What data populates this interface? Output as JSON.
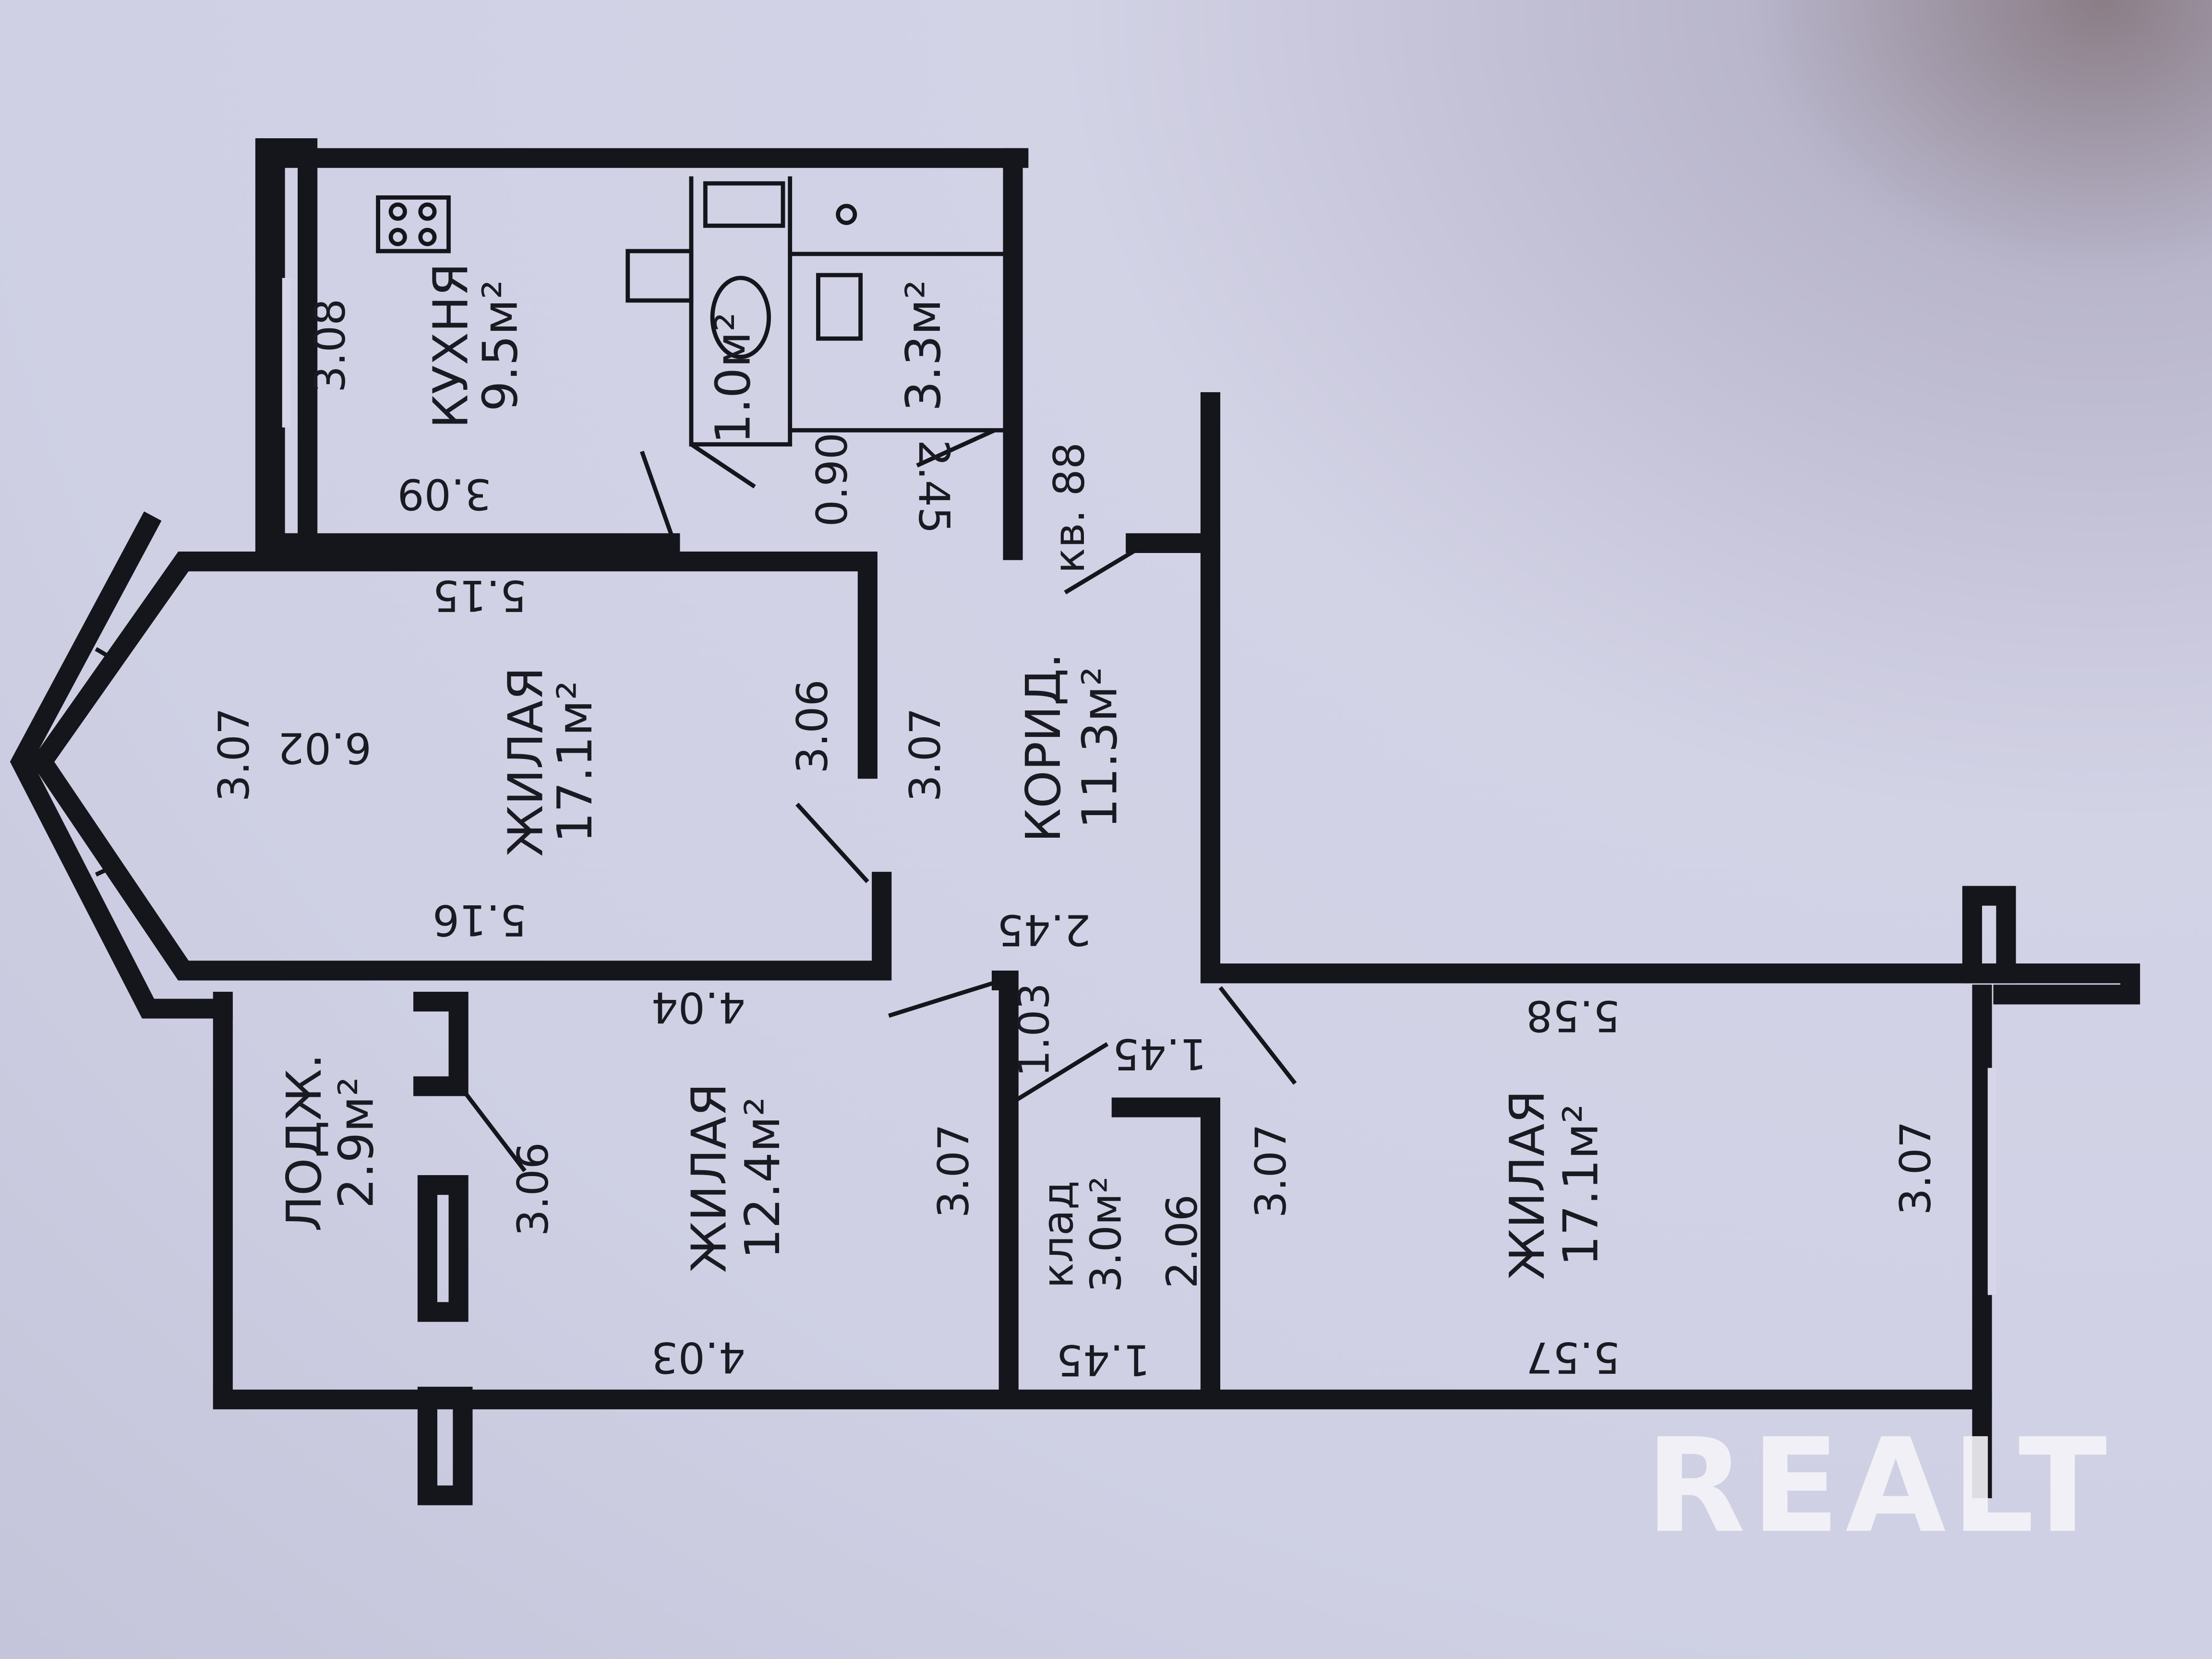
{
  "watermark": "REALT",
  "apartment": "кв. 88",
  "rooms": {
    "kitchen": {
      "name": "КУХНЯ",
      "area": "9.5м²"
    },
    "bathroom": {
      "area": "1.0м²"
    },
    "wc": {
      "area": "3.3м²"
    },
    "living1": {
      "name": "ЖИЛАЯ",
      "area": "17.1м²"
    },
    "corridor": {
      "name": "КОРИД.",
      "area": "11.3м²"
    },
    "loggia": {
      "name": "ЛОДЖ.",
      "area": "2.9м²"
    },
    "living2": {
      "name": "ЖИЛАЯ",
      "area": "12.4м²"
    },
    "storage": {
      "name": "клад",
      "area": "3.0м²"
    },
    "living3": {
      "name": "ЖИЛАЯ",
      "area": "17.1м²"
    }
  },
  "dimensions": {
    "kitchen_w": "3.08",
    "kitchen_l": "3.09",
    "d_090": "0.90",
    "d_245a": "2.45",
    "l1_top": "5.15",
    "l1_left": "3.07",
    "l1_bay": "6.02",
    "l1_right": "3.06",
    "corr_w": "3.07",
    "l1_bottom": "5.16",
    "corr_245": "2.45",
    "l2_top": "4.04",
    "d_103": "1.03",
    "d_145a": "1.45",
    "l3_top": "5.58",
    "loggia_w": "3.06",
    "l2_w": "3.07",
    "stor_h": "2.06",
    "l3_left": "3.07",
    "l3_right": "3.07",
    "l2_bottom": "4.03",
    "stor_bottom": "1.45",
    "l3_bottom": "5.57"
  }
}
